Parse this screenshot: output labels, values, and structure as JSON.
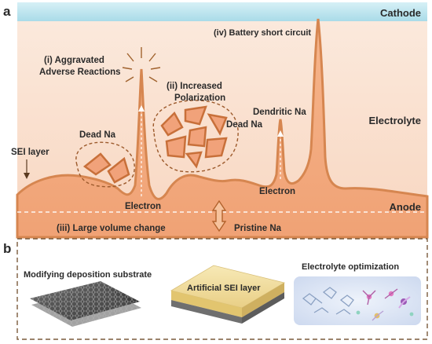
{
  "panel_a": {
    "letter": "a",
    "cathode": "Cathode",
    "electrolyte": "Electrolyte",
    "anode": "Anode",
    "labels": {
      "short_circuit": "(iv) Battery short circuit",
      "aggravated_1": "(i) Aggravated",
      "aggravated_2": "Adverse Reactions",
      "polarization_1": "(ii) Increased",
      "polarization_2": "Polarization",
      "dead_na_left": "Dead Na",
      "dead_na_right": "Dead Na",
      "dendritic_na": "Dendritic Na",
      "sei_layer": "SEI layer",
      "electron_left": "Electron",
      "electron_right": "Electron",
      "volume_change": "(iii) Large volume change",
      "pristine_na": "Pristine Na"
    }
  },
  "panel_b": {
    "letter": "b",
    "substrate": "Modifying  deposition  substrate",
    "sei": "Artificial  SEI layer",
    "electrolyte_opt": "Electrolyte  optimization"
  },
  "colors": {
    "cathode_top": "#bfe6ef",
    "electrolyte_bg": "#f9dbc7",
    "anode_fill": "#f2a87c",
    "outline": "#c8703a",
    "frame": "#7a5a3c"
  }
}
